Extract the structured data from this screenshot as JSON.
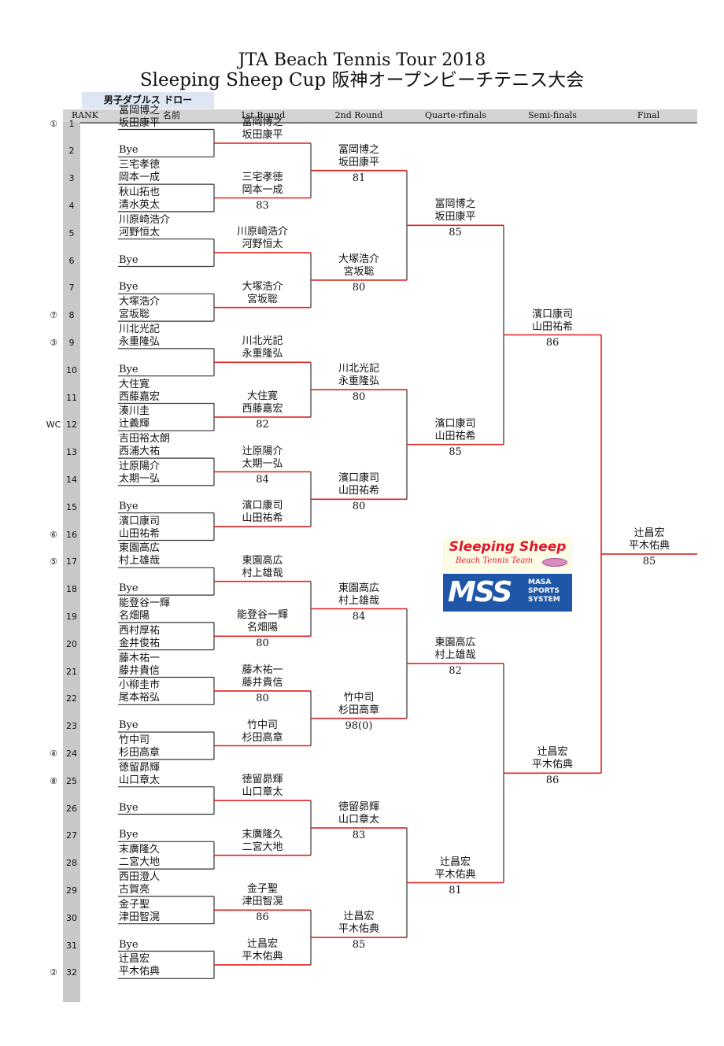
{
  "title_line1": "JTA Beach Tennis Tour 2018",
  "title_line2": "Sleeping Sheep Cup 阪神オープンビーチテニス大会",
  "tab": "男子ダブルス ドロー",
  "headers": {
    "rank": "RANK",
    "name": "名前",
    "r1": "1st Round",
    "r2": "2nd Round",
    "qf": "Quarte-rfinals",
    "sf": "Semi-finals",
    "final": "Final"
  },
  "entries": [
    {
      "num": "1",
      "seed": "①",
      "p1": "冨岡博之",
      "p2": "坂田康平"
    },
    {
      "num": "2",
      "seed": "",
      "p1": "",
      "p2": "Bye"
    },
    {
      "num": "3",
      "seed": "",
      "p1": "三宅孝徳",
      "p2": "岡本一成"
    },
    {
      "num": "4",
      "seed": "",
      "p1": "秋山拓也",
      "p2": "清水英太"
    },
    {
      "num": "5",
      "seed": "",
      "p1": "川原崎浩介",
      "p2": "河野恒太"
    },
    {
      "num": "6",
      "seed": "",
      "p1": "",
      "p2": "Bye"
    },
    {
      "num": "7",
      "seed": "",
      "p1": "",
      "p2": "Bye"
    },
    {
      "num": "8",
      "seed": "⑦",
      "p1": "大塚浩介",
      "p2": "宮坂聡"
    },
    {
      "num": "9",
      "seed": "③",
      "p1": "川北光記",
      "p2": "永重隆弘"
    },
    {
      "num": "10",
      "seed": "",
      "p1": "",
      "p2": "Bye"
    },
    {
      "num": "11",
      "seed": "",
      "p1": "大住寛",
      "p2": "西藤嘉宏"
    },
    {
      "num": "12",
      "seed": "WC",
      "p1": "湊川圭",
      "p2": "辻義輝"
    },
    {
      "num": "13",
      "seed": "",
      "p1": "吉田裕太朗",
      "p2": "西浦大祐"
    },
    {
      "num": "14",
      "seed": "",
      "p1": "辻原陽介",
      "p2": "太期一弘"
    },
    {
      "num": "15",
      "seed": "",
      "p1": "",
      "p2": "Bye"
    },
    {
      "num": "16",
      "seed": "⑥",
      "p1": "濱口康司",
      "p2": "山田祐希"
    },
    {
      "num": "17",
      "seed": "⑤",
      "p1": "東園高広",
      "p2": "村上雄哉"
    },
    {
      "num": "18",
      "seed": "",
      "p1": "",
      "p2": "Bye"
    },
    {
      "num": "19",
      "seed": "",
      "p1": "能登谷一輝",
      "p2": "名畑陽"
    },
    {
      "num": "20",
      "seed": "",
      "p1": "西村厚祐",
      "p2": "金井俊祐"
    },
    {
      "num": "21",
      "seed": "",
      "p1": "藤木祐一",
      "p2": "藤井貴信"
    },
    {
      "num": "22",
      "seed": "",
      "p1": "小柳圭市",
      "p2": "尾本裕弘"
    },
    {
      "num": "23",
      "seed": "",
      "p1": "",
      "p2": "Bye"
    },
    {
      "num": "24",
      "seed": "④",
      "p1": "竹中司",
      "p2": "杉田高章"
    },
    {
      "num": "25",
      "seed": "⑧",
      "p1": "徳留昴輝",
      "p2": "山口章太"
    },
    {
      "num": "26",
      "seed": "",
      "p1": "",
      "p2": "Bye"
    },
    {
      "num": "27",
      "seed": "",
      "p1": "",
      "p2": "Bye"
    },
    {
      "num": "28",
      "seed": "",
      "p1": "末廣隆久",
      "p2": "二宮大地"
    },
    {
      "num": "29",
      "seed": "",
      "p1": "西田澄人",
      "p2": "古賀亮"
    },
    {
      "num": "30",
      "seed": "",
      "p1": "金子聖",
      "p2": "津田智滉"
    },
    {
      "num": "31",
      "seed": "",
      "p1": "",
      "p2": "Bye"
    },
    {
      "num": "32",
      "seed": "②",
      "p1": "辻昌宏",
      "p2": "平木佑典"
    }
  ],
  "r1": [
    {
      "p1": "冨岡博之",
      "p2": "坂田康平",
      "score": ""
    },
    {
      "p1": "三宅孝徳",
      "p2": "岡本一成",
      "score": "83"
    },
    {
      "p1": "川原崎浩介",
      "p2": "河野恒太",
      "score": ""
    },
    {
      "p1": "大塚浩介",
      "p2": "宮坂聡",
      "score": ""
    },
    {
      "p1": "川北光記",
      "p2": "永重隆弘",
      "score": ""
    },
    {
      "p1": "大住寛",
      "p2": "西藤嘉宏",
      "score": "82"
    },
    {
      "p1": "辻原陽介",
      "p2": "太期一弘",
      "score": "84"
    },
    {
      "p1": "濱口康司",
      "p2": "山田祐希",
      "score": ""
    },
    {
      "p1": "東園高広",
      "p2": "村上雄哉",
      "score": ""
    },
    {
      "p1": "能登谷一輝",
      "p2": "名畑陽",
      "score": "80"
    },
    {
      "p1": "藤木祐一",
      "p2": "藤井貴信",
      "score": "80"
    },
    {
      "p1": "竹中司",
      "p2": "杉田高章",
      "score": ""
    },
    {
      "p1": "徳留昴輝",
      "p2": "山口章太",
      "score": ""
    },
    {
      "p1": "末廣隆久",
      "p2": "二宮大地",
      "score": ""
    },
    {
      "p1": "金子聖",
      "p2": "津田智滉",
      "score": "86"
    },
    {
      "p1": "辻昌宏",
      "p2": "平木佑典",
      "score": ""
    }
  ],
  "r2": [
    {
      "p1": "冨岡博之",
      "p2": "坂田康平",
      "score": "81"
    },
    {
      "p1": "大塚浩介",
      "p2": "宮坂聡",
      "score": "80"
    },
    {
      "p1": "川北光記",
      "p2": "永重隆弘",
      "score": "80"
    },
    {
      "p1": "濱口康司",
      "p2": "山田祐希",
      "score": "80"
    },
    {
      "p1": "東園高広",
      "p2": "村上雄哉",
      "score": "84"
    },
    {
      "p1": "竹中司",
      "p2": "杉田高章",
      "score": "98(0)"
    },
    {
      "p1": "徳留昴輝",
      "p2": "山口章太",
      "score": "83"
    },
    {
      "p1": "辻昌宏",
      "p2": "平木佑典",
      "score": "85"
    }
  ],
  "qf": [
    {
      "p1": "冨岡博之",
      "p2": "坂田康平",
      "score": "85"
    },
    {
      "p1": "濱口康司",
      "p2": "山田祐希",
      "score": "85"
    },
    {
      "p1": "東園高広",
      "p2": "村上雄哉",
      "score": "82"
    },
    {
      "p1": "辻昌宏",
      "p2": "平木佑典",
      "score": "81"
    }
  ],
  "sf": [
    {
      "p1": "濱口康司",
      "p2": "山田祐希",
      "score": "86"
    },
    {
      "p1": "辻昌宏",
      "p2": "平木佑典",
      "score": "86"
    }
  ],
  "final": {
    "p1": "辻昌宏",
    "p2": "平木佑典",
    "score": "85"
  },
  "colors": {
    "winner_line": "#e02020",
    "line": "#333333",
    "rank_bar": "#c8c8c8",
    "header": "#d3d3d3",
    "tab": "#dde6f2"
  },
  "logo": {
    "line1": "Sleeping Sheep",
    "line2": "Beach Tennis Team",
    "mark": "MSS",
    "side1": "MASA",
    "side2": "SPORTS",
    "side3": "SYSTEM"
  }
}
